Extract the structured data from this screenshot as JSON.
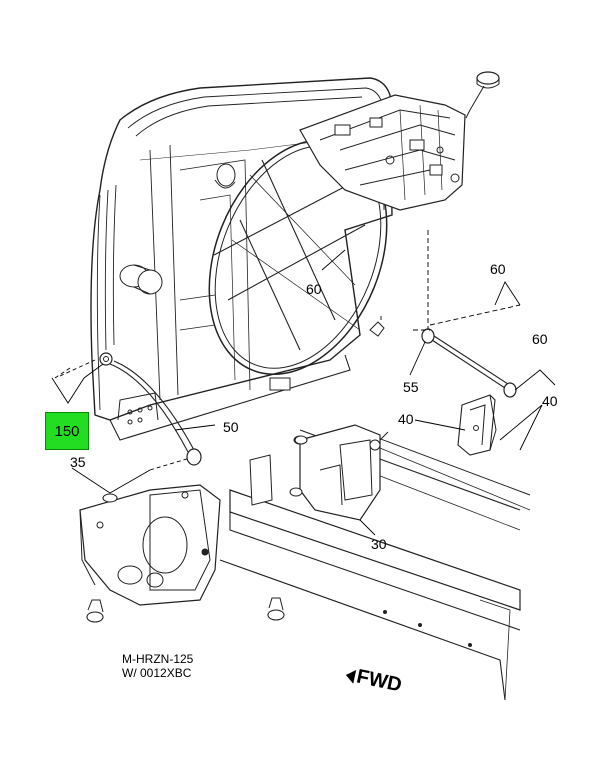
{
  "callouts": {
    "c60_fan": "60",
    "c60_right_top": "60",
    "c60_right_mid": "60",
    "c55": "55",
    "c40_left": "40",
    "c40_right": "40",
    "c50": "50",
    "c35": "35",
    "c30": "30",
    "c150": "150"
  },
  "caption": {
    "line1": "M-HRZN-125",
    "line2": "W/ 0012XBC"
  },
  "direction_marker": "FWD",
  "highlight_color": "#22dd22"
}
